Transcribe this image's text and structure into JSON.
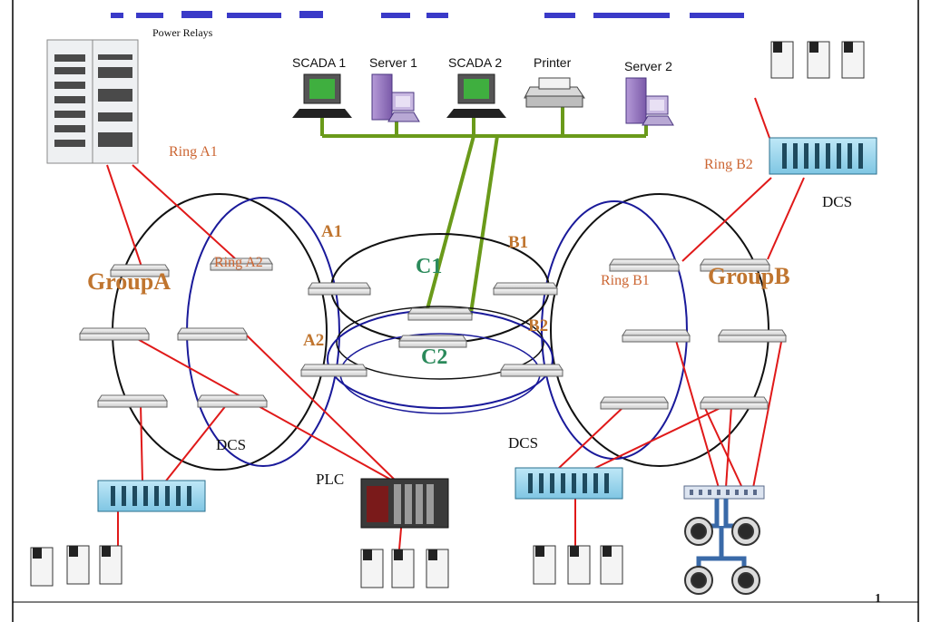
{
  "diagram": {
    "power_relays": "Power Relays",
    "devices": {
      "scada1": "SCADA 1",
      "server1": "Server 1",
      "scada2": "SCADA 2",
      "printer": "Printer",
      "server2": "Server 2"
    },
    "rings": {
      "a1": "Ring A1",
      "a2": "Ring A2",
      "b1": "Ring B1",
      "b2": "Ring B2"
    },
    "groups": {
      "a": "GroupA",
      "b": "GroupB"
    },
    "nodes": {
      "a1": "A1",
      "a2": "A2",
      "b1": "B1",
      "b2": "B2",
      "c1": "C1",
      "c2": "C2"
    },
    "dcs_labels": [
      "DCS",
      "DCS",
      "DCS"
    ],
    "plc": "PLC",
    "page_mark": "1",
    "colors": {
      "ethernet": "#6a9a1a",
      "fiber": "#e01919",
      "ring_blue": "#1a1a9a",
      "ring_black": "#111111",
      "label_orange": "#cc6633",
      "core_green": "#2b8a5b"
    }
  }
}
